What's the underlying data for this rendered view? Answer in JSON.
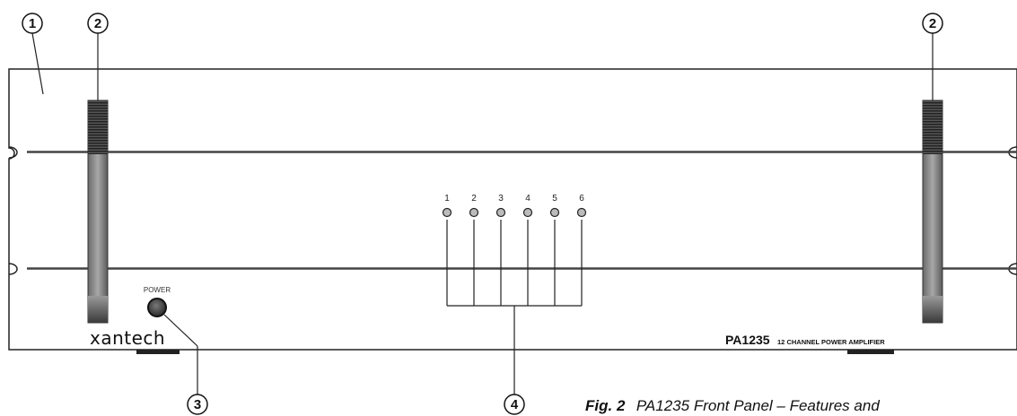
{
  "callouts": {
    "panel": "1",
    "handles": "2",
    "power": "3",
    "leds": "4"
  },
  "power_label": "POWER",
  "brand": "xantech",
  "model": {
    "name": "PA1235",
    "description": "12 CHANNEL POWER AMPLIFIER"
  },
  "leds": [
    "1",
    "2",
    "3",
    "4",
    "5",
    "6"
  ],
  "caption": {
    "fig": "Fig. 2",
    "text": "PA1235 Front Panel – Features and"
  }
}
